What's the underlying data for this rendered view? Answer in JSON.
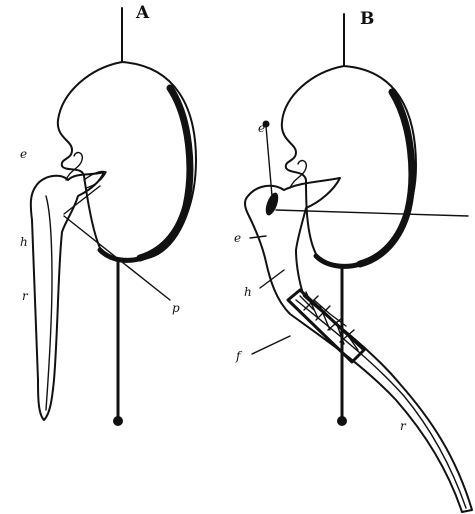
{
  "panels": {
    "a": {
      "label": "A",
      "parts": {
        "e": "e",
        "h": "h",
        "r": "r",
        "p": "p"
      }
    },
    "b": {
      "label": "B",
      "parts": {
        "top_e": "e",
        "e": "e",
        "h": "h",
        "f": "f",
        "r": "r"
      }
    }
  },
  "colors": {
    "ink": "#111111",
    "background": "#ffffff"
  }
}
